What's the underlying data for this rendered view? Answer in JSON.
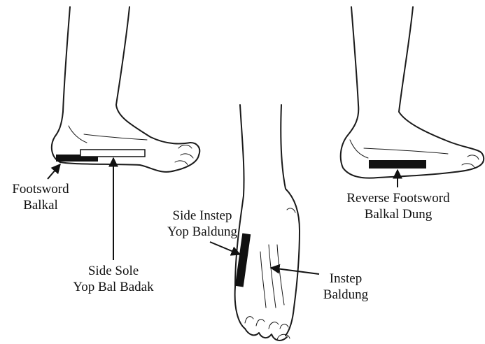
{
  "labels": {
    "footsword": {
      "line1": "Footsword",
      "line2": "Balkal"
    },
    "side_sole": {
      "line1": "Side Sole",
      "line2": "Yop Bal Badak"
    },
    "side_instep": {
      "line1": "Side Instep",
      "line2": "Yop Baldung"
    },
    "instep": {
      "line1": "Instep",
      "line2": "Baldung"
    },
    "reverse_footsword": {
      "line1": "Reverse Footsword",
      "line2": "Balkal Dung"
    }
  },
  "colors": {
    "ink": "#111111",
    "strike_bar": "#111111",
    "sole_bar_fill": "#ffffff"
  }
}
